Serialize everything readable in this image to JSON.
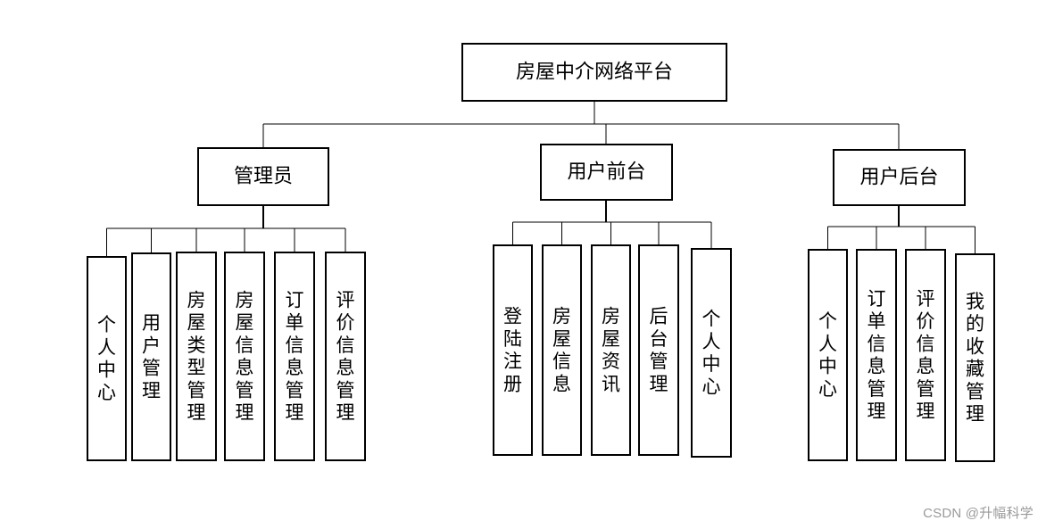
{
  "root": {
    "label": "房屋中介网络平台"
  },
  "branches": [
    {
      "id": "admin",
      "label": "管理员",
      "children": [
        "个人中心",
        "用户管理",
        "房屋类型管理",
        "房屋信息管理",
        "订单信息管理",
        "评价信息管理"
      ]
    },
    {
      "id": "front",
      "label": "用户前台",
      "children": [
        "登陆注册",
        "房屋信息",
        "房屋资讯",
        "后台管理",
        "个人中心"
      ]
    },
    {
      "id": "back",
      "label": "用户后台",
      "children": [
        "个人中心",
        "订单信息管理",
        "评价信息管理",
        "我的收藏管理"
      ]
    }
  ],
  "watermark": "CSDN @升幅科学"
}
